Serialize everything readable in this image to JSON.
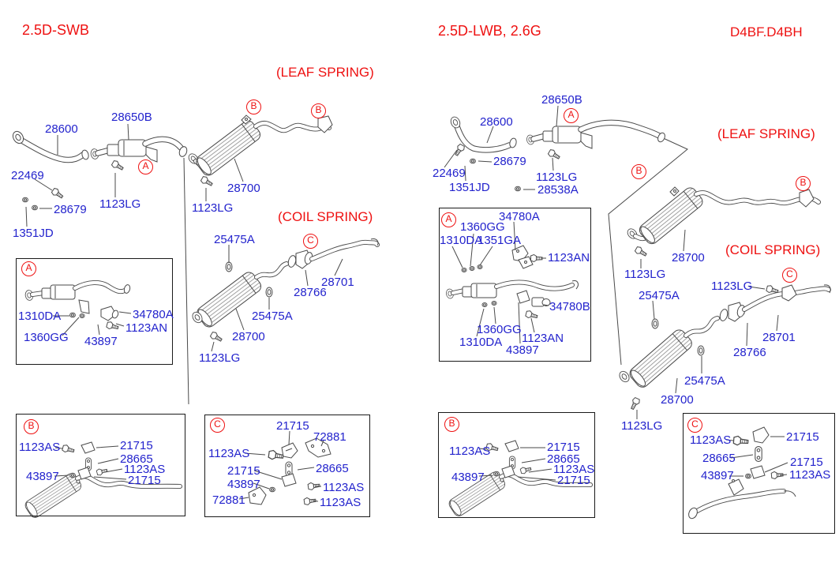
{
  "colors": {
    "part_label_blue": "#2323cd",
    "callout_red": "#ee1111",
    "line_art_gray": "#4a4a4a",
    "box_border": "#1a1a1a",
    "background": "#ffffff"
  },
  "titles": {
    "left_variant": "2.5D-SWB",
    "right_variant": "2.5D-LWB, 2.6G",
    "engine_code": "D4BF.D4BH",
    "leaf_spring": "(LEAF SPRING)",
    "coil_spring": "(COIL SPRING)"
  },
  "callouts": {
    "A": "A",
    "B": "B",
    "C": "C"
  },
  "parts": {
    "p22469": "22469",
    "p28600": "28600",
    "p28650B": "28650B",
    "p28679": "28679",
    "p1351JD": "1351JD",
    "p1123LG": "1123LG",
    "p28700": "28700",
    "p28701": "28701",
    "p28766": "28766",
    "p25475A": "25475A",
    "p1310DA": "1310DA",
    "p1360GG": "1360GG",
    "p43897": "43897",
    "p34780A": "34780A",
    "p34780B": "34780B",
    "p1123AN": "1123AN",
    "p1351GA": "1351GA",
    "p28538A": "28538A",
    "p1123AS": "1123AS",
    "p21715": "21715",
    "p28665": "28665",
    "p72881": "72881"
  }
}
